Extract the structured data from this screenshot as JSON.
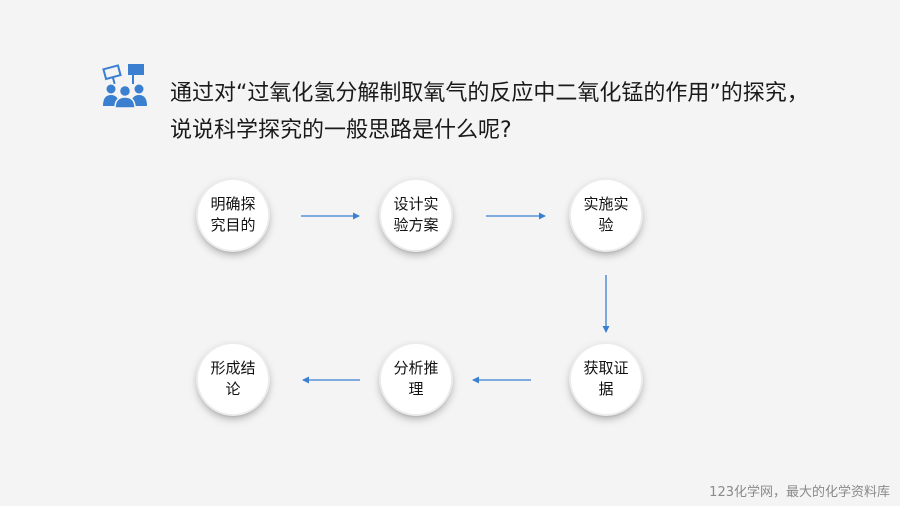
{
  "question": "通过对“过氧化氢分解制取氧气的反应中二氧化锰的作用”的探究，说说科学探究的一般思路是什么呢?",
  "steps": [
    {
      "label": "明确探究目的"
    },
    {
      "label": "设计实验方案"
    },
    {
      "label": "实施实验"
    },
    {
      "label": "获取证据"
    },
    {
      "label": "分析推理"
    },
    {
      "label": "形成结论"
    }
  ],
  "footer": "123化学网，最大的化学资料库",
  "colors": {
    "arrow": "#3a7fd0",
    "icon": "#3a7fd0",
    "text": "#1a1a1a"
  },
  "icons": {
    "discussion": "group-discussion-icon"
  }
}
